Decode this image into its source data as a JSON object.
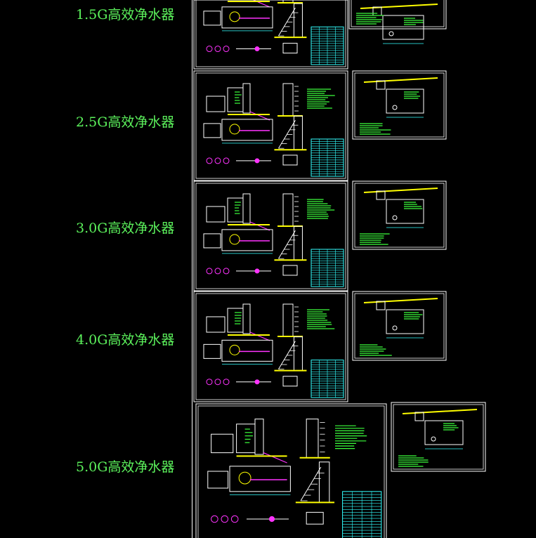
{
  "labels": [
    {
      "id": "1.5G",
      "text": "1.5G高效净水器"
    },
    {
      "id": "2.5G",
      "text": "2.5G高效净水器"
    },
    {
      "id": "3.0G",
      "text": "3.0G高效净水器"
    },
    {
      "id": "4.0G",
      "text": "4.0G高效净水器"
    },
    {
      "id": "5.0G",
      "text": "5.0G高效净水器"
    }
  ],
  "colors": {
    "background": "#000000",
    "label": "#5cf25c",
    "frame": "#ffffff",
    "line_green": "#3cff3c",
    "line_yellow": "#ffff00",
    "line_magenta": "#ff33ff",
    "line_cyan": "#33ffff"
  }
}
